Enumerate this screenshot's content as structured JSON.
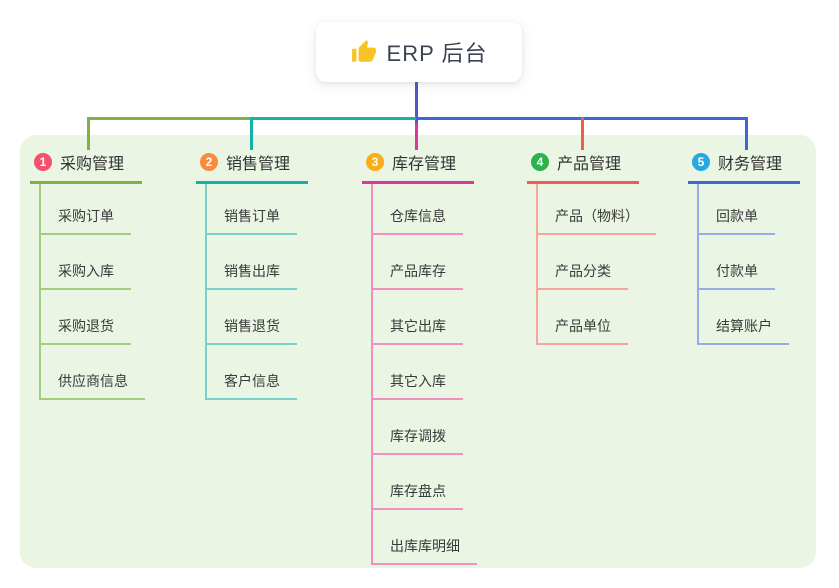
{
  "root": {
    "label": "ERP 后台",
    "icon": "thumbs-up-icon"
  },
  "colors": {
    "canvas_bg": "#FFFFFF",
    "panel_bg": "#EAF5E4",
    "root_stem": "#4C5AC4",
    "title_text": "#333333",
    "child_text": "#3A3A3A"
  },
  "branches": [
    {
      "number": "1",
      "label": "采购管理",
      "badge_color": "#F4516C",
      "line_color": "#7CB342",
      "light_line_color": "#A3CE7E",
      "children": [
        "采购订单",
        "采购入库",
        "采购退货",
        "供应商信息"
      ]
    },
    {
      "number": "2",
      "label": "销售管理",
      "badge_color": "#F98B3D",
      "line_color": "#12B3AB",
      "light_line_color": "#79D0C9",
      "children": [
        "销售订单",
        "销售出库",
        "销售退货",
        "客户信息"
      ]
    },
    {
      "number": "3",
      "label": "库存管理",
      "badge_color": "#FBAD18",
      "line_color": "#D8399B",
      "light_line_color": "#F290C1",
      "children": [
        "仓库信息",
        "产品库存",
        "其它出库",
        "其它入库",
        "库存调拨",
        "库存盘点",
        "出库库明细"
      ]
    },
    {
      "number": "4",
      "label": "产品管理",
      "badge_color": "#2BB24C",
      "line_color": "#F15B50",
      "light_line_color": "#F7A69D",
      "children": [
        "产品（物料）",
        "产品分类",
        "产品单位"
      ]
    },
    {
      "number": "5",
      "label": "财务管理",
      "badge_color": "#29A8E0",
      "line_color": "#3F66D6",
      "light_line_color": "#97ABE6",
      "children": [
        "回款单",
        "付款单",
        "结算账户"
      ]
    }
  ]
}
